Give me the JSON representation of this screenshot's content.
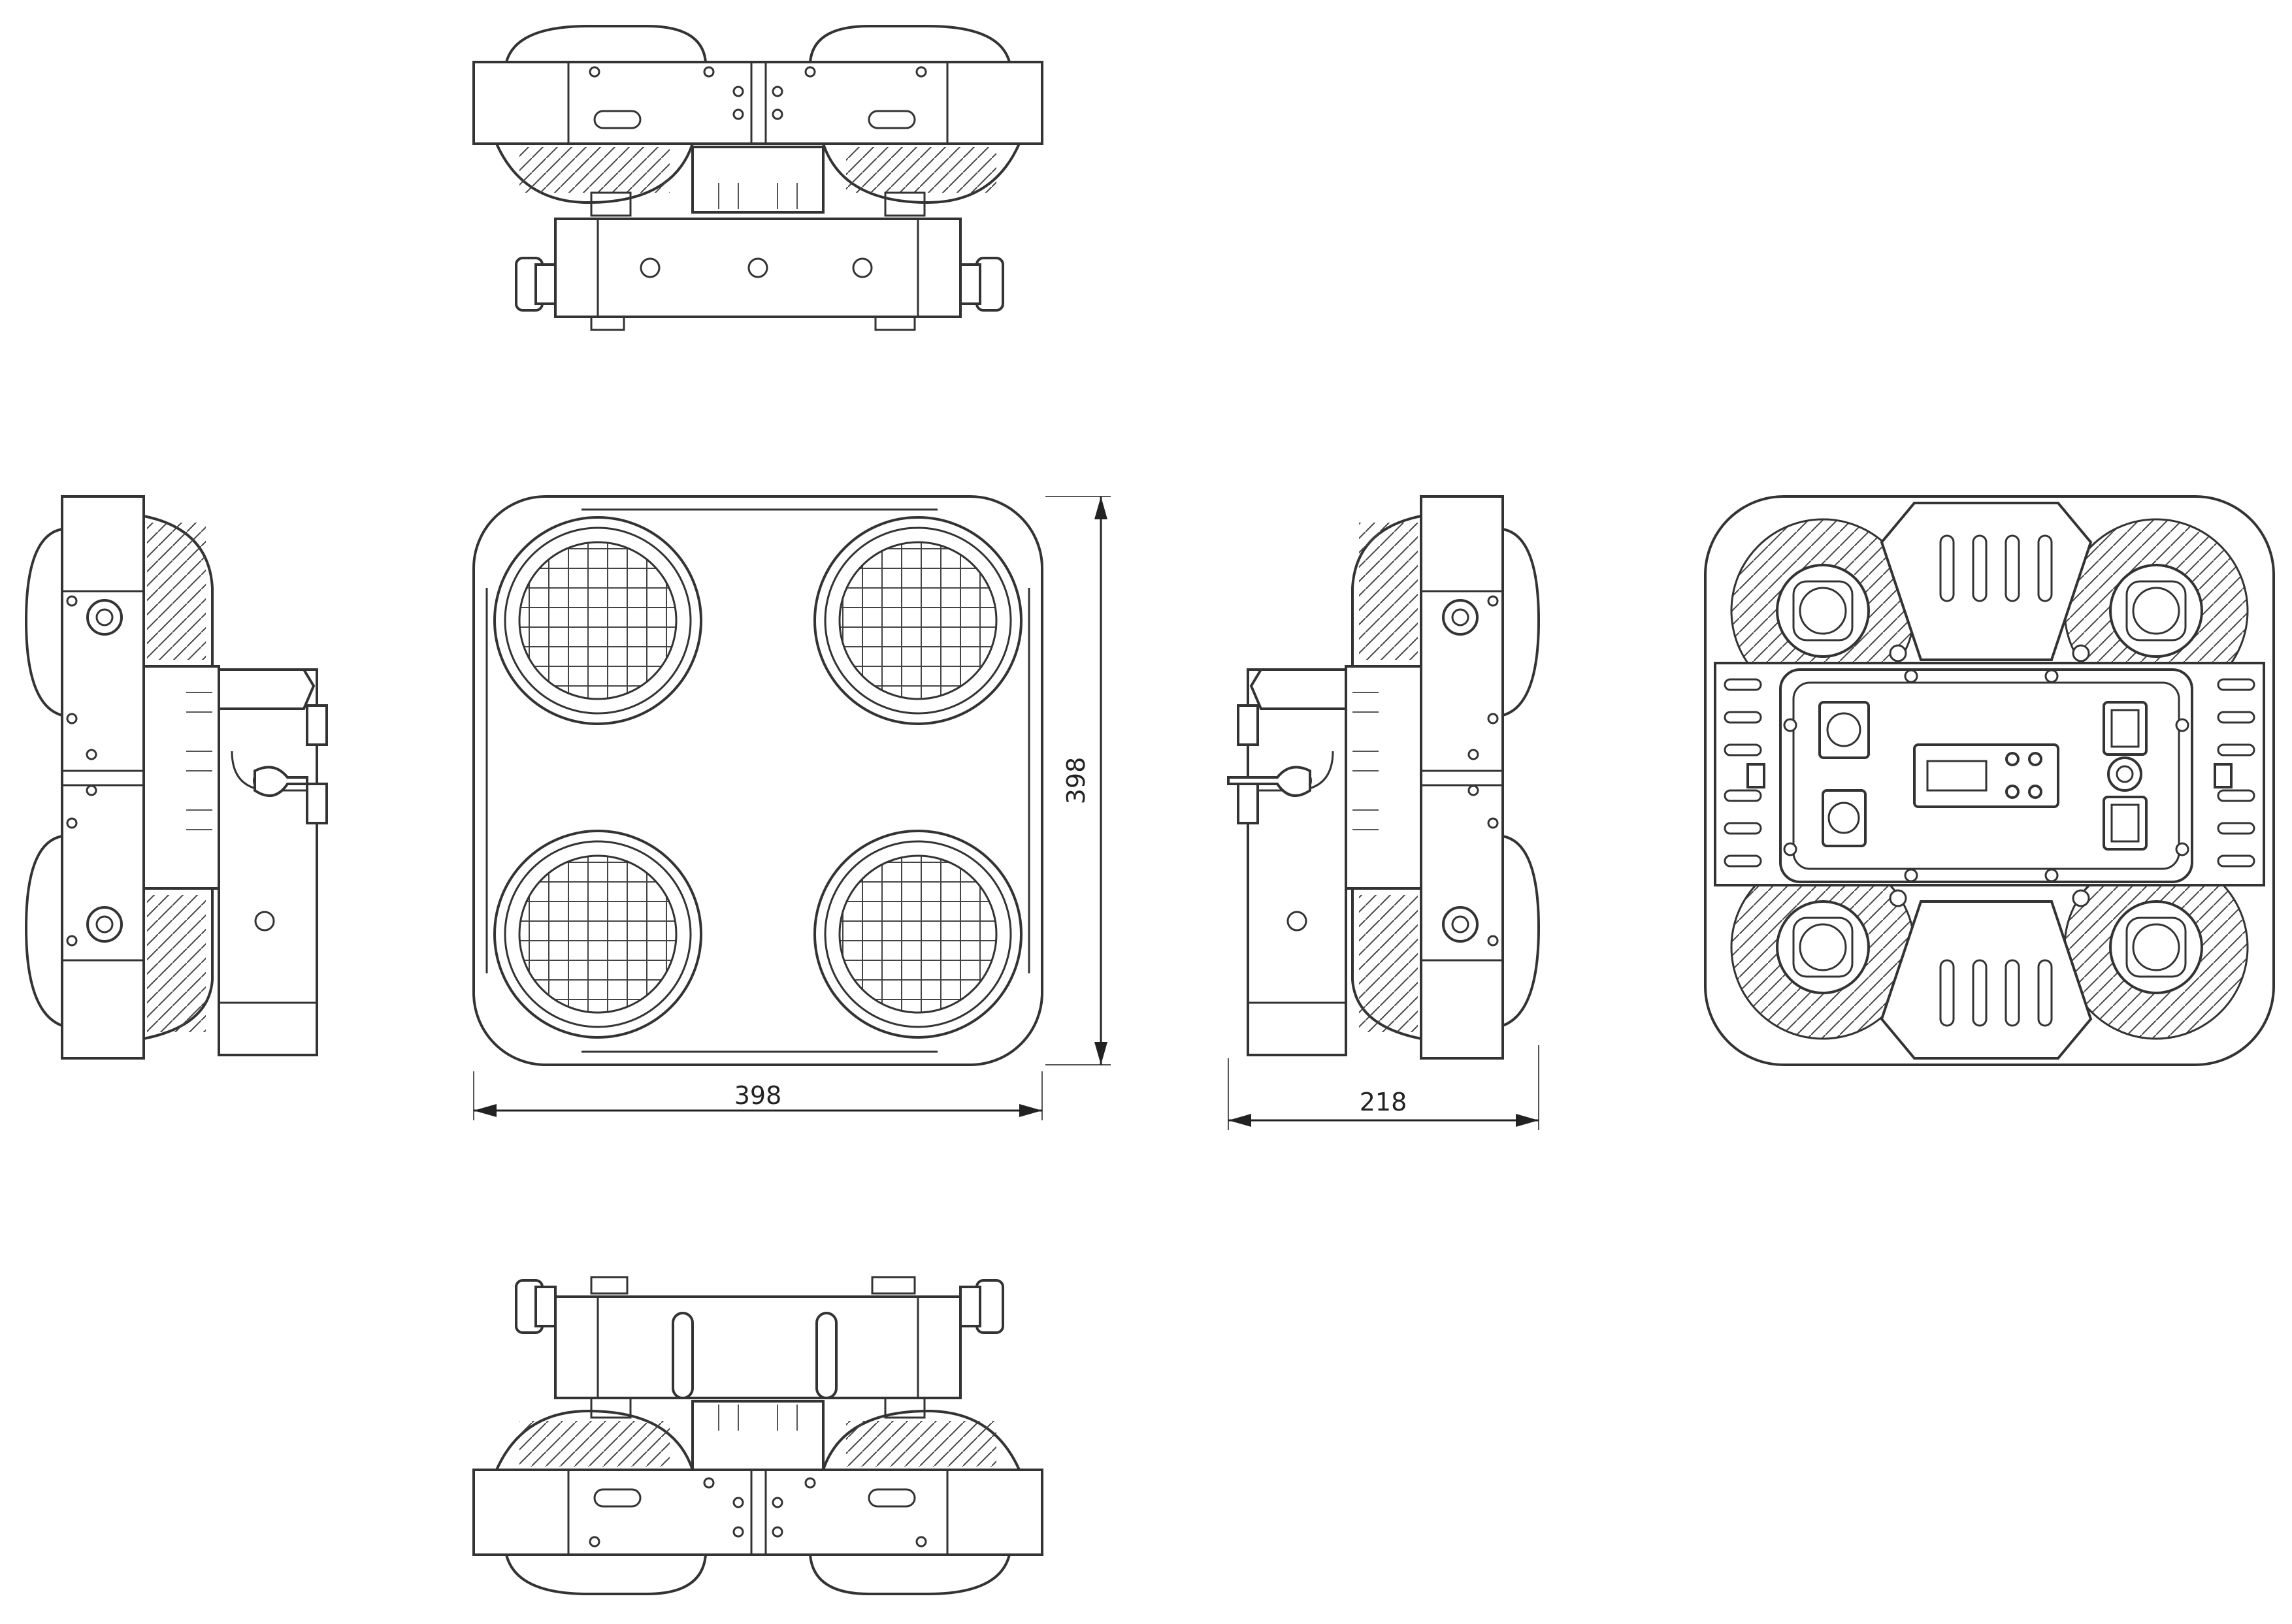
{
  "drawing": {
    "views": [
      {
        "name": "top-view"
      },
      {
        "name": "left-side-view"
      },
      {
        "name": "front-view"
      },
      {
        "name": "right-side-view"
      },
      {
        "name": "rear-view"
      },
      {
        "name": "bottom-view"
      }
    ],
    "dimensions": {
      "front_width": "398",
      "front_height": "398",
      "side_depth": "218"
    },
    "colors": {
      "line": "#333333",
      "background": "#ffffff"
    }
  }
}
